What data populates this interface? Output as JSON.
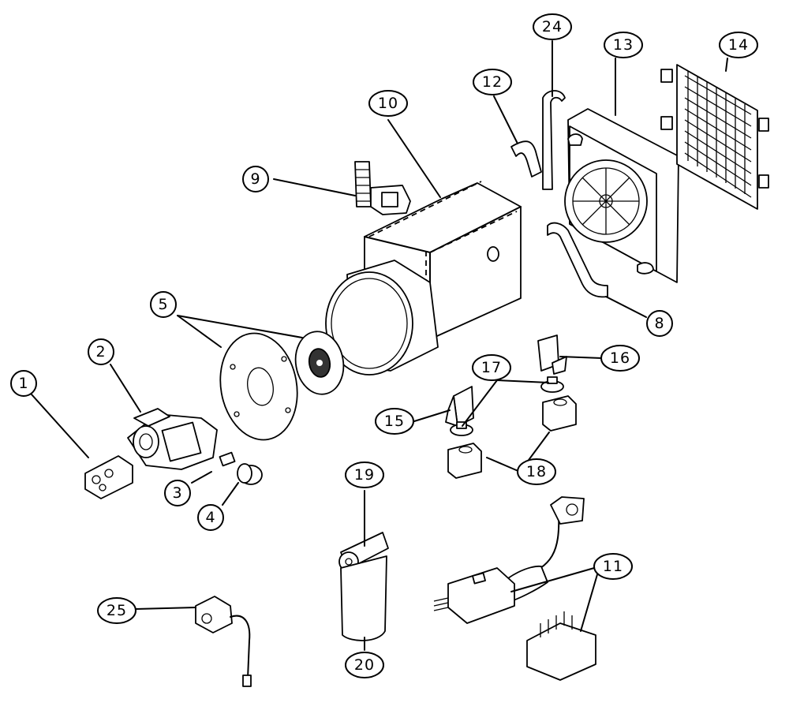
{
  "callouts": [
    {
      "id": "c1",
      "label": "1"
    },
    {
      "id": "c2",
      "label": "2"
    },
    {
      "id": "c3",
      "label": "3"
    },
    {
      "id": "c4",
      "label": "4"
    },
    {
      "id": "c5",
      "label": "5"
    },
    {
      "id": "c8",
      "label": "8"
    },
    {
      "id": "c9",
      "label": "9"
    },
    {
      "id": "c10",
      "label": "10"
    },
    {
      "id": "c11",
      "label": "11"
    },
    {
      "id": "c12",
      "label": "12"
    },
    {
      "id": "c13",
      "label": "13"
    },
    {
      "id": "c14",
      "label": "14"
    },
    {
      "id": "c15",
      "label": "15"
    },
    {
      "id": "c16",
      "label": "16"
    },
    {
      "id": "c17",
      "label": "17"
    },
    {
      "id": "c18",
      "label": "18"
    },
    {
      "id": "c19",
      "label": "19"
    },
    {
      "id": "c20",
      "label": "20"
    },
    {
      "id": "c24",
      "label": "24"
    },
    {
      "id": "c25",
      "label": "25"
    }
  ]
}
